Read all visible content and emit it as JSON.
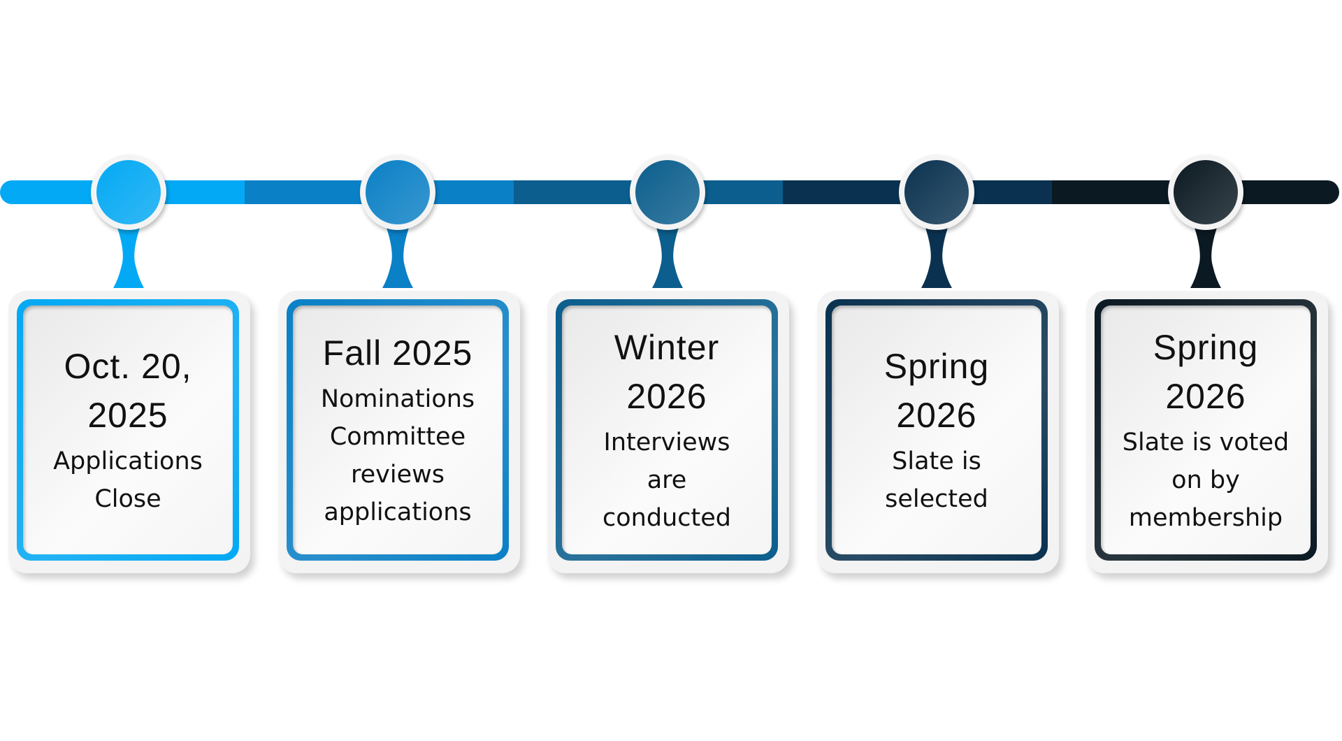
{
  "colors": [
    "#03a9f4",
    "#0a80c6",
    "#0b5e8d",
    "#0a3250",
    "#0b1922"
  ],
  "milestones": [
    {
      "title_lines": [
        "Oct. 20,",
        "2025"
      ],
      "body_lines": [
        "Applications",
        "Close"
      ]
    },
    {
      "title_lines": [
        "Fall 2025"
      ],
      "body_lines": [
        "Nominations",
        "Committee",
        "reviews",
        "applications"
      ]
    },
    {
      "title_lines": [
        "Winter",
        "2026"
      ],
      "body_lines": [
        "Interviews",
        "are",
        "conducted"
      ]
    },
    {
      "title_lines": [
        "Spring",
        "2026"
      ],
      "body_lines": [
        "Slate is",
        "selected"
      ]
    },
    {
      "title_lines": [
        "Spring",
        "2026"
      ],
      "body_lines": [
        "Slate is voted",
        "on by",
        "membership"
      ]
    }
  ]
}
